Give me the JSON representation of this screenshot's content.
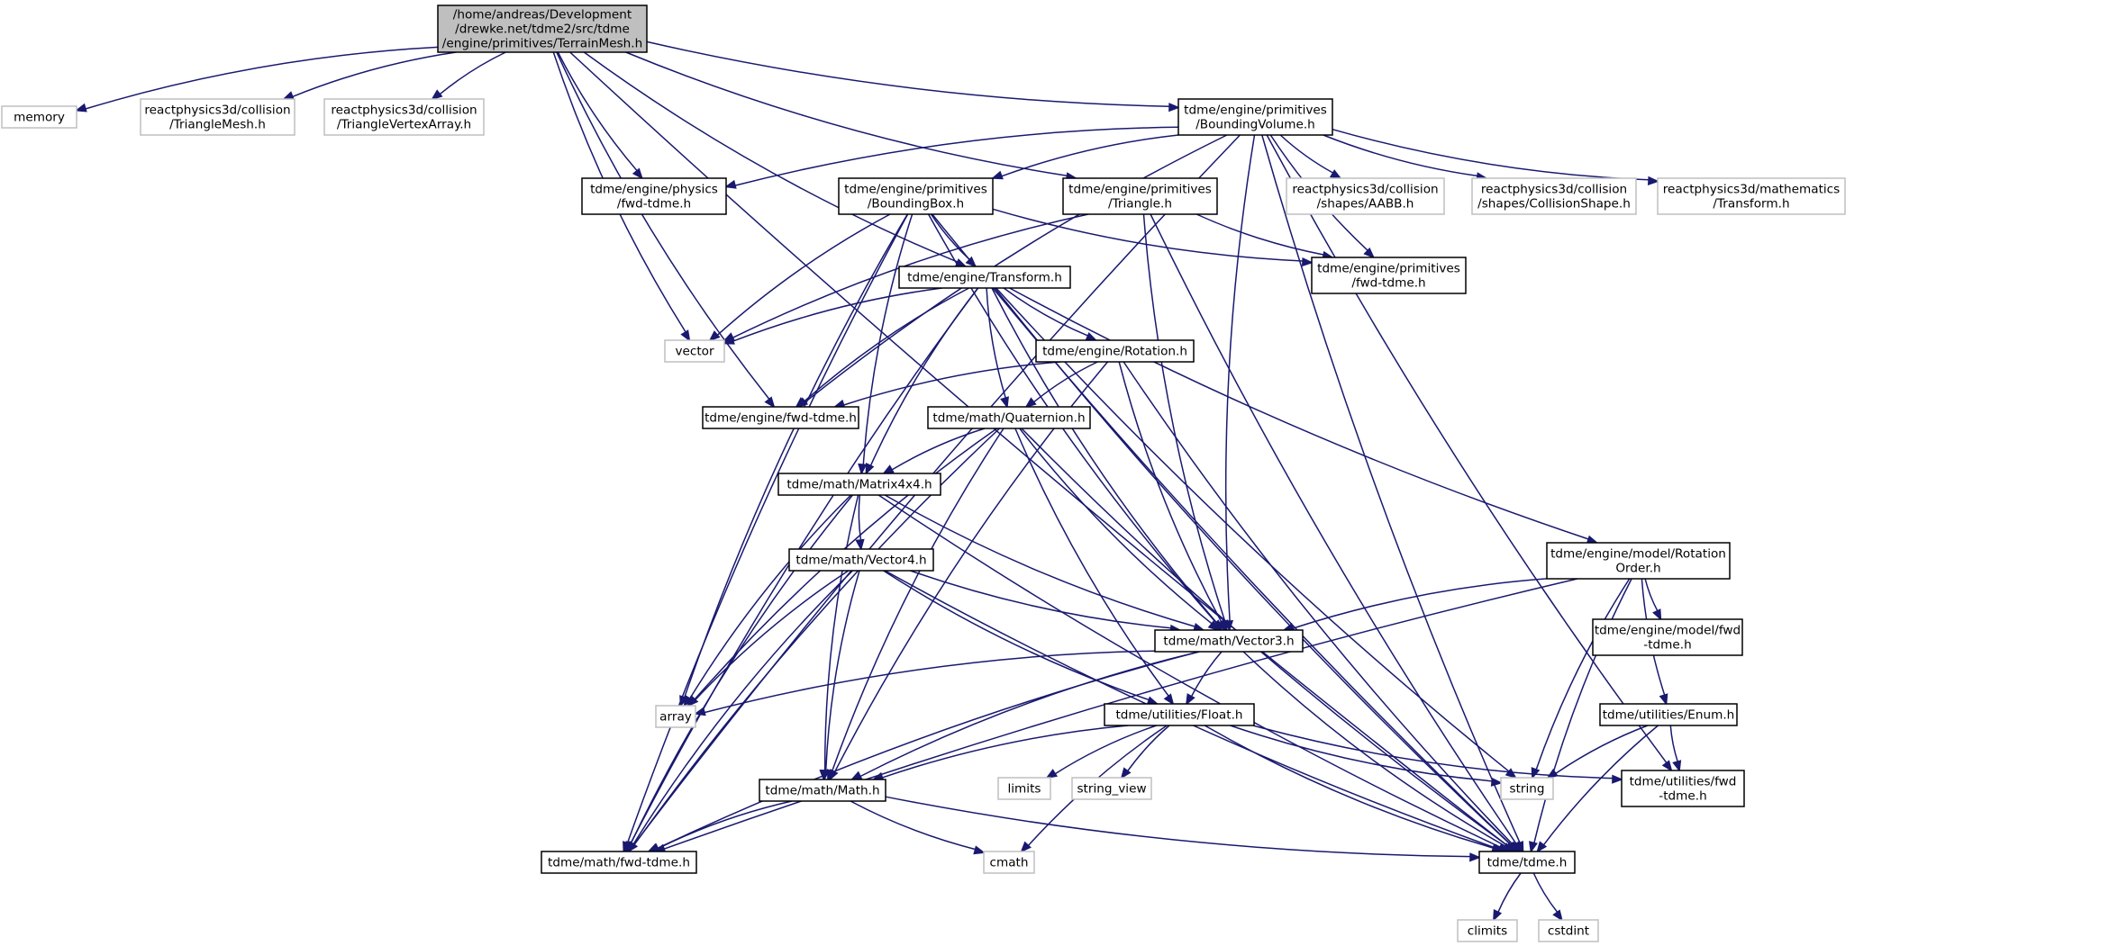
{
  "graph_title": "/home/andreas/Development/drewke.net/tdme2/src/tdme/engine/primitives/TerrainMesh.h",
  "colors": {
    "root_fill": "#bfbfbf",
    "root_border": "#000000",
    "local_fill": "#ffffff",
    "local_border": "#000000",
    "external_border": "#bfbfbf",
    "edge": "#191970",
    "text": "#000000",
    "background": "#ffffff"
  },
  "nodes": [
    {
      "id": "root",
      "type": "root",
      "lines": [
        "/home/andreas/Development",
        "/drewke.net/tdme2/src/tdme",
        "/engine/primitives/TerrainMesh.h"
      ]
    },
    {
      "id": "memory",
      "type": "external",
      "lines": [
        "memory"
      ]
    },
    {
      "id": "rp_trimesh",
      "type": "external",
      "lines": [
        "reactphysics3d/collision",
        "/TriangleMesh.h"
      ]
    },
    {
      "id": "rp_trivertex",
      "type": "external",
      "lines": [
        "reactphysics3d/collision",
        "/TriangleVertexArray.h"
      ]
    },
    {
      "id": "boundingvolume",
      "type": "local",
      "lines": [
        "tdme/engine/primitives",
        "/BoundingVolume.h"
      ]
    },
    {
      "id": "physics_fwd",
      "type": "local",
      "lines": [
        "tdme/engine/physics",
        "/fwd-tdme.h"
      ]
    },
    {
      "id": "boundingbox",
      "type": "local",
      "lines": [
        "tdme/engine/primitives",
        "/BoundingBox.h"
      ]
    },
    {
      "id": "triangle",
      "type": "local",
      "lines": [
        "tdme/engine/primitives",
        "/Triangle.h"
      ]
    },
    {
      "id": "rp_aabb",
      "type": "external",
      "lines": [
        "reactphysics3d/collision",
        "/shapes/AABB.h"
      ]
    },
    {
      "id": "rp_collshape",
      "type": "external",
      "lines": [
        "reactphysics3d/collision",
        "/shapes/CollisionShape.h"
      ]
    },
    {
      "id": "rp_transform",
      "type": "external",
      "lines": [
        "reactphysics3d/mathematics",
        "/Transform.h"
      ]
    },
    {
      "id": "transform",
      "type": "local",
      "lines": [
        "tdme/engine/Transform.h"
      ]
    },
    {
      "id": "prim_fwd",
      "type": "local",
      "lines": [
        "tdme/engine/primitives",
        "/fwd-tdme.h"
      ]
    },
    {
      "id": "vector",
      "type": "external",
      "lines": [
        "vector"
      ]
    },
    {
      "id": "rotation",
      "type": "local",
      "lines": [
        "tdme/engine/Rotation.h"
      ]
    },
    {
      "id": "engine_fwd",
      "type": "local",
      "lines": [
        "tdme/engine/fwd-tdme.h"
      ]
    },
    {
      "id": "quaternion",
      "type": "local",
      "lines": [
        "tdme/math/Quaternion.h"
      ]
    },
    {
      "id": "matrix4x4",
      "type": "local",
      "lines": [
        "tdme/math/Matrix4x4.h"
      ]
    },
    {
      "id": "rotationorder",
      "type": "local",
      "lines": [
        "tdme/engine/model/Rotation",
        "Order.h"
      ]
    },
    {
      "id": "vector4",
      "type": "local",
      "lines": [
        "tdme/math/Vector4.h"
      ]
    },
    {
      "id": "vector3",
      "type": "local",
      "lines": [
        "tdme/math/Vector3.h"
      ]
    },
    {
      "id": "model_fwd",
      "type": "local",
      "lines": [
        "tdme/engine/model/fwd",
        "-tdme.h"
      ]
    },
    {
      "id": "array",
      "type": "external",
      "lines": [
        "array"
      ]
    },
    {
      "id": "float",
      "type": "local",
      "lines": [
        "tdme/utilities/Float.h"
      ]
    },
    {
      "id": "enum",
      "type": "local",
      "lines": [
        "tdme/utilities/Enum.h"
      ]
    },
    {
      "id": "limits",
      "type": "external",
      "lines": [
        "limits"
      ]
    },
    {
      "id": "string_view",
      "type": "external",
      "lines": [
        "string_view"
      ]
    },
    {
      "id": "string",
      "type": "external",
      "lines": [
        "string"
      ]
    },
    {
      "id": "util_fwd",
      "type": "local",
      "lines": [
        "tdme/utilities/fwd",
        "-tdme.h"
      ]
    },
    {
      "id": "math",
      "type": "local",
      "lines": [
        "tdme/math/Math.h"
      ]
    },
    {
      "id": "math_fwd",
      "type": "local",
      "lines": [
        "tdme/math/fwd-tdme.h"
      ]
    },
    {
      "id": "cmath",
      "type": "external",
      "lines": [
        "cmath"
      ]
    },
    {
      "id": "tdme_h",
      "type": "local",
      "lines": [
        "tdme/tdme.h"
      ]
    },
    {
      "id": "climits",
      "type": "external",
      "lines": [
        "climits"
      ]
    },
    {
      "id": "cstdint",
      "type": "external",
      "lines": [
        "cstdint"
      ]
    }
  ],
  "edges": [
    [
      "root",
      "memory"
    ],
    [
      "root",
      "rp_trimesh"
    ],
    [
      "root",
      "rp_trivertex"
    ],
    [
      "root",
      "boundingvolume"
    ],
    [
      "root",
      "physics_fwd"
    ],
    [
      "root",
      "triangle"
    ],
    [
      "root",
      "transform"
    ],
    [
      "root",
      "engine_fwd"
    ],
    [
      "root",
      "vector"
    ],
    [
      "root",
      "tdme_h"
    ],
    [
      "boundingvolume",
      "physics_fwd"
    ],
    [
      "boundingvolume",
      "boundingbox"
    ],
    [
      "boundingvolume",
      "rp_aabb"
    ],
    [
      "boundingvolume",
      "rp_collshape"
    ],
    [
      "boundingvolume",
      "rp_transform"
    ],
    [
      "boundingvolume",
      "prim_fwd"
    ],
    [
      "boundingvolume",
      "engine_fwd"
    ],
    [
      "boundingvolume",
      "vector3"
    ],
    [
      "boundingvolume",
      "math_fwd"
    ],
    [
      "boundingvolume",
      "util_fwd"
    ],
    [
      "boundingvolume",
      "tdme_h"
    ],
    [
      "boundingbox",
      "transform"
    ],
    [
      "boundingbox",
      "prim_fwd"
    ],
    [
      "boundingbox",
      "vector"
    ],
    [
      "boundingbox",
      "matrix4x4"
    ],
    [
      "boundingbox",
      "vector3"
    ],
    [
      "boundingbox",
      "array"
    ],
    [
      "boundingbox",
      "math_fwd"
    ],
    [
      "boundingbox",
      "tdme_h"
    ],
    [
      "triangle",
      "prim_fwd"
    ],
    [
      "triangle",
      "vector"
    ],
    [
      "triangle",
      "vector3"
    ],
    [
      "triangle",
      "tdme_h"
    ],
    [
      "transform",
      "vector"
    ],
    [
      "transform",
      "rotation"
    ],
    [
      "transform",
      "engine_fwd"
    ],
    [
      "transform",
      "quaternion"
    ],
    [
      "transform",
      "matrix4x4"
    ],
    [
      "transform",
      "vector3"
    ],
    [
      "transform",
      "rotationorder"
    ],
    [
      "transform",
      "string"
    ],
    [
      "transform",
      "math_fwd"
    ],
    [
      "transform",
      "tdme_h"
    ],
    [
      "rotation",
      "engine_fwd"
    ],
    [
      "rotation",
      "quaternion"
    ],
    [
      "rotation",
      "vector3"
    ],
    [
      "rotation",
      "math"
    ],
    [
      "rotation",
      "tdme_h"
    ],
    [
      "quaternion",
      "matrix4x4"
    ],
    [
      "quaternion",
      "vector3"
    ],
    [
      "quaternion",
      "float"
    ],
    [
      "quaternion",
      "array"
    ],
    [
      "quaternion",
      "math"
    ],
    [
      "quaternion",
      "math_fwd"
    ],
    [
      "quaternion",
      "tdme_h"
    ],
    [
      "matrix4x4",
      "vector4"
    ],
    [
      "matrix4x4",
      "vector3"
    ],
    [
      "matrix4x4",
      "array"
    ],
    [
      "matrix4x4",
      "math"
    ],
    [
      "matrix4x4",
      "math_fwd"
    ],
    [
      "matrix4x4",
      "tdme_h"
    ],
    [
      "vector4",
      "vector3"
    ],
    [
      "vector4",
      "float"
    ],
    [
      "vector4",
      "array"
    ],
    [
      "vector4",
      "math"
    ],
    [
      "vector4",
      "math_fwd"
    ],
    [
      "vector4",
      "tdme_h"
    ],
    [
      "vector3",
      "array"
    ],
    [
      "vector3",
      "float"
    ],
    [
      "vector3",
      "math"
    ],
    [
      "vector3",
      "math_fwd"
    ],
    [
      "vector3",
      "tdme_h"
    ],
    [
      "rotationorder",
      "vector3"
    ],
    [
      "rotationorder",
      "model_fwd"
    ],
    [
      "rotationorder",
      "enum"
    ],
    [
      "rotationorder",
      "string"
    ],
    [
      "rotationorder",
      "math_fwd"
    ],
    [
      "rotationorder",
      "tdme_h"
    ],
    [
      "float",
      "math"
    ],
    [
      "float",
      "limits"
    ],
    [
      "float",
      "string_view"
    ],
    [
      "float",
      "cmath"
    ],
    [
      "float",
      "string"
    ],
    [
      "float",
      "util_fwd"
    ],
    [
      "float",
      "tdme_h"
    ],
    [
      "enum",
      "string"
    ],
    [
      "enum",
      "util_fwd"
    ],
    [
      "enum",
      "tdme_h"
    ],
    [
      "math",
      "math_fwd"
    ],
    [
      "math",
      "cmath"
    ],
    [
      "math",
      "tdme_h"
    ],
    [
      "tdme_h",
      "climits"
    ],
    [
      "tdme_h",
      "cstdint"
    ]
  ]
}
